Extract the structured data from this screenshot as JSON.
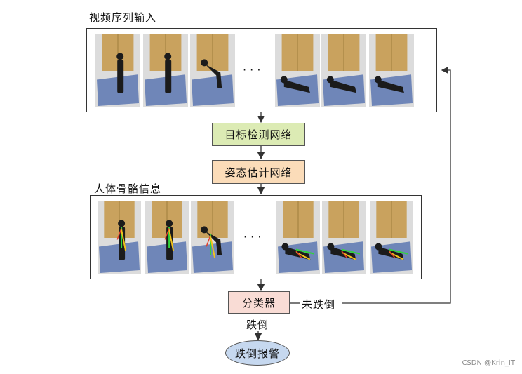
{
  "diagram": {
    "input_label": "视频序列输入",
    "skeleton_label": "人体骨骼信息",
    "detect_label": "目标检测网络",
    "pose_label": "姿态估计网络",
    "classifier_label": "分类器",
    "not_fall_label": "未跌倒",
    "fall_label": "跌倒",
    "alarm_label": "跌倒报警",
    "ellipsis": "· · ·",
    "colors": {
      "detect_fill": "#dcebb4",
      "pose_fill": "#fbdcb9",
      "classifier_fill": "#f9dcd5",
      "alarm_fill": "#c6d8ef",
      "wall": "#c9a25e",
      "mat": "#6f86b8"
    }
  },
  "watermark": "CSDN @Krin_IT"
}
